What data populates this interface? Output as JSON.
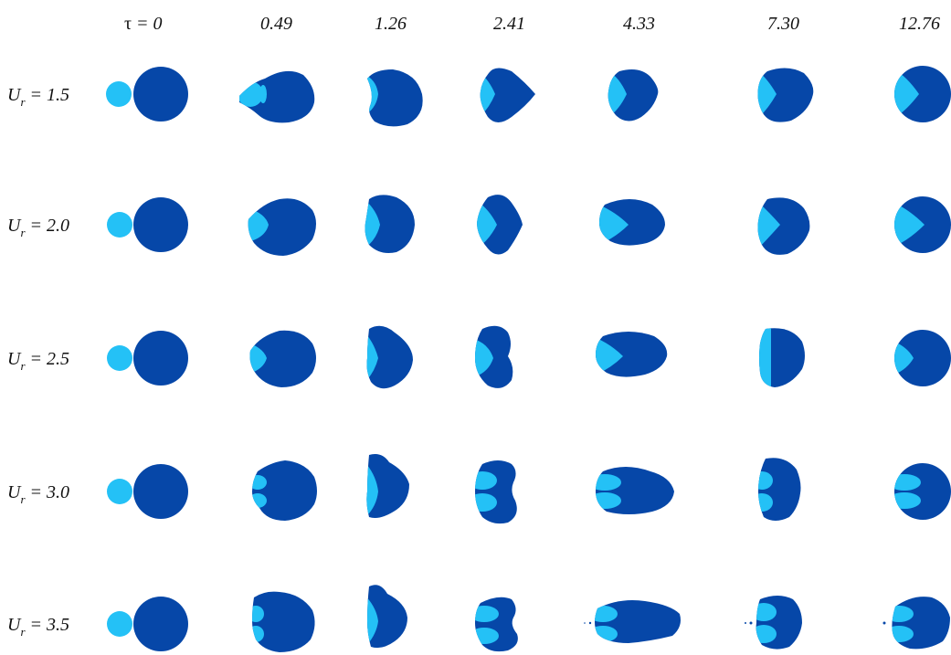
{
  "header": {
    "tau_symbol": "τ",
    "tau_equals": " = ",
    "times": [
      "0",
      "0.49",
      "1.26",
      "2.41",
      "4.33",
      "7.30",
      "12.76"
    ]
  },
  "rows": [
    {
      "symbol": "U",
      "subscript": "r",
      "eq": " = ",
      "value": "1.5"
    },
    {
      "symbol": "U",
      "subscript": "r",
      "eq": " = ",
      "value": "2.0"
    },
    {
      "symbol": "U",
      "subscript": "r",
      "eq": " = ",
      "value": "2.5"
    },
    {
      "symbol": "U",
      "subscript": "r",
      "eq": " = ",
      "value": "3.0"
    },
    {
      "symbol": "U",
      "subscript": "r",
      "eq": " = ",
      "value": "3.5"
    }
  ],
  "colors": {
    "large_droplet": "#0647a8",
    "small_droplet": "#24c1f6",
    "background": "#ffffff"
  }
}
